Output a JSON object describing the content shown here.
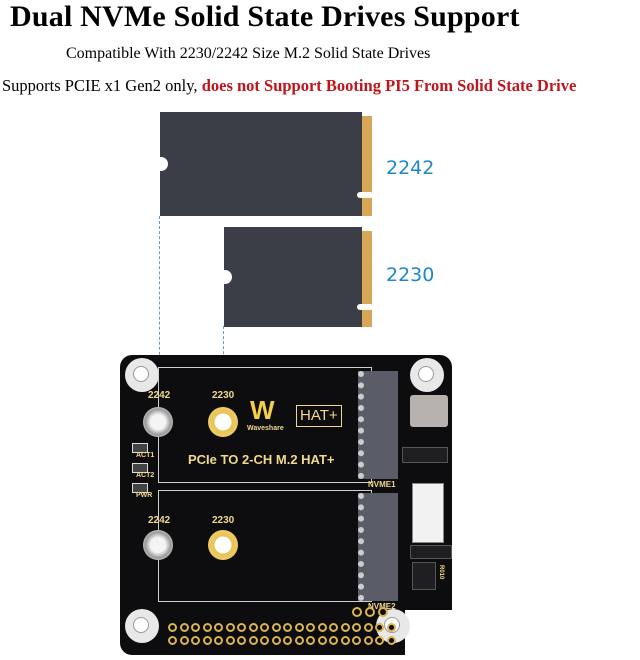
{
  "header": {
    "title": "Dual NVMe Solid State Drives Support",
    "subtitle": "Compatible With 2230/2242 Size M.2 Solid State Drives",
    "note_prefix": "Supports PCIE x1 Gen2 only, ",
    "note_warning": "does not Support Booting PI5 From Solid State Drive"
  },
  "drives": [
    {
      "label": "2242"
    },
    {
      "label": "2230"
    }
  ],
  "board": {
    "brand": "Waveshare",
    "badge": "HAT+",
    "product_name": "PCIe TO 2-CH M.2 HAT+",
    "standoff_labels": [
      "2242",
      "2230",
      "2242",
      "2230"
    ],
    "led_labels": [
      "ACT1",
      "ACT2",
      "PWR"
    ],
    "slot_labels": [
      "NVME1",
      "NVME2"
    ],
    "ipc_marking": "R010"
  },
  "colors": {
    "title": "#000000",
    "warning": "#c0141c",
    "drive_label": "#1e87c8",
    "pcb": "#0d0d0f",
    "silkscreen": "#f1d88c",
    "gold_contacts": "#d8a657"
  }
}
